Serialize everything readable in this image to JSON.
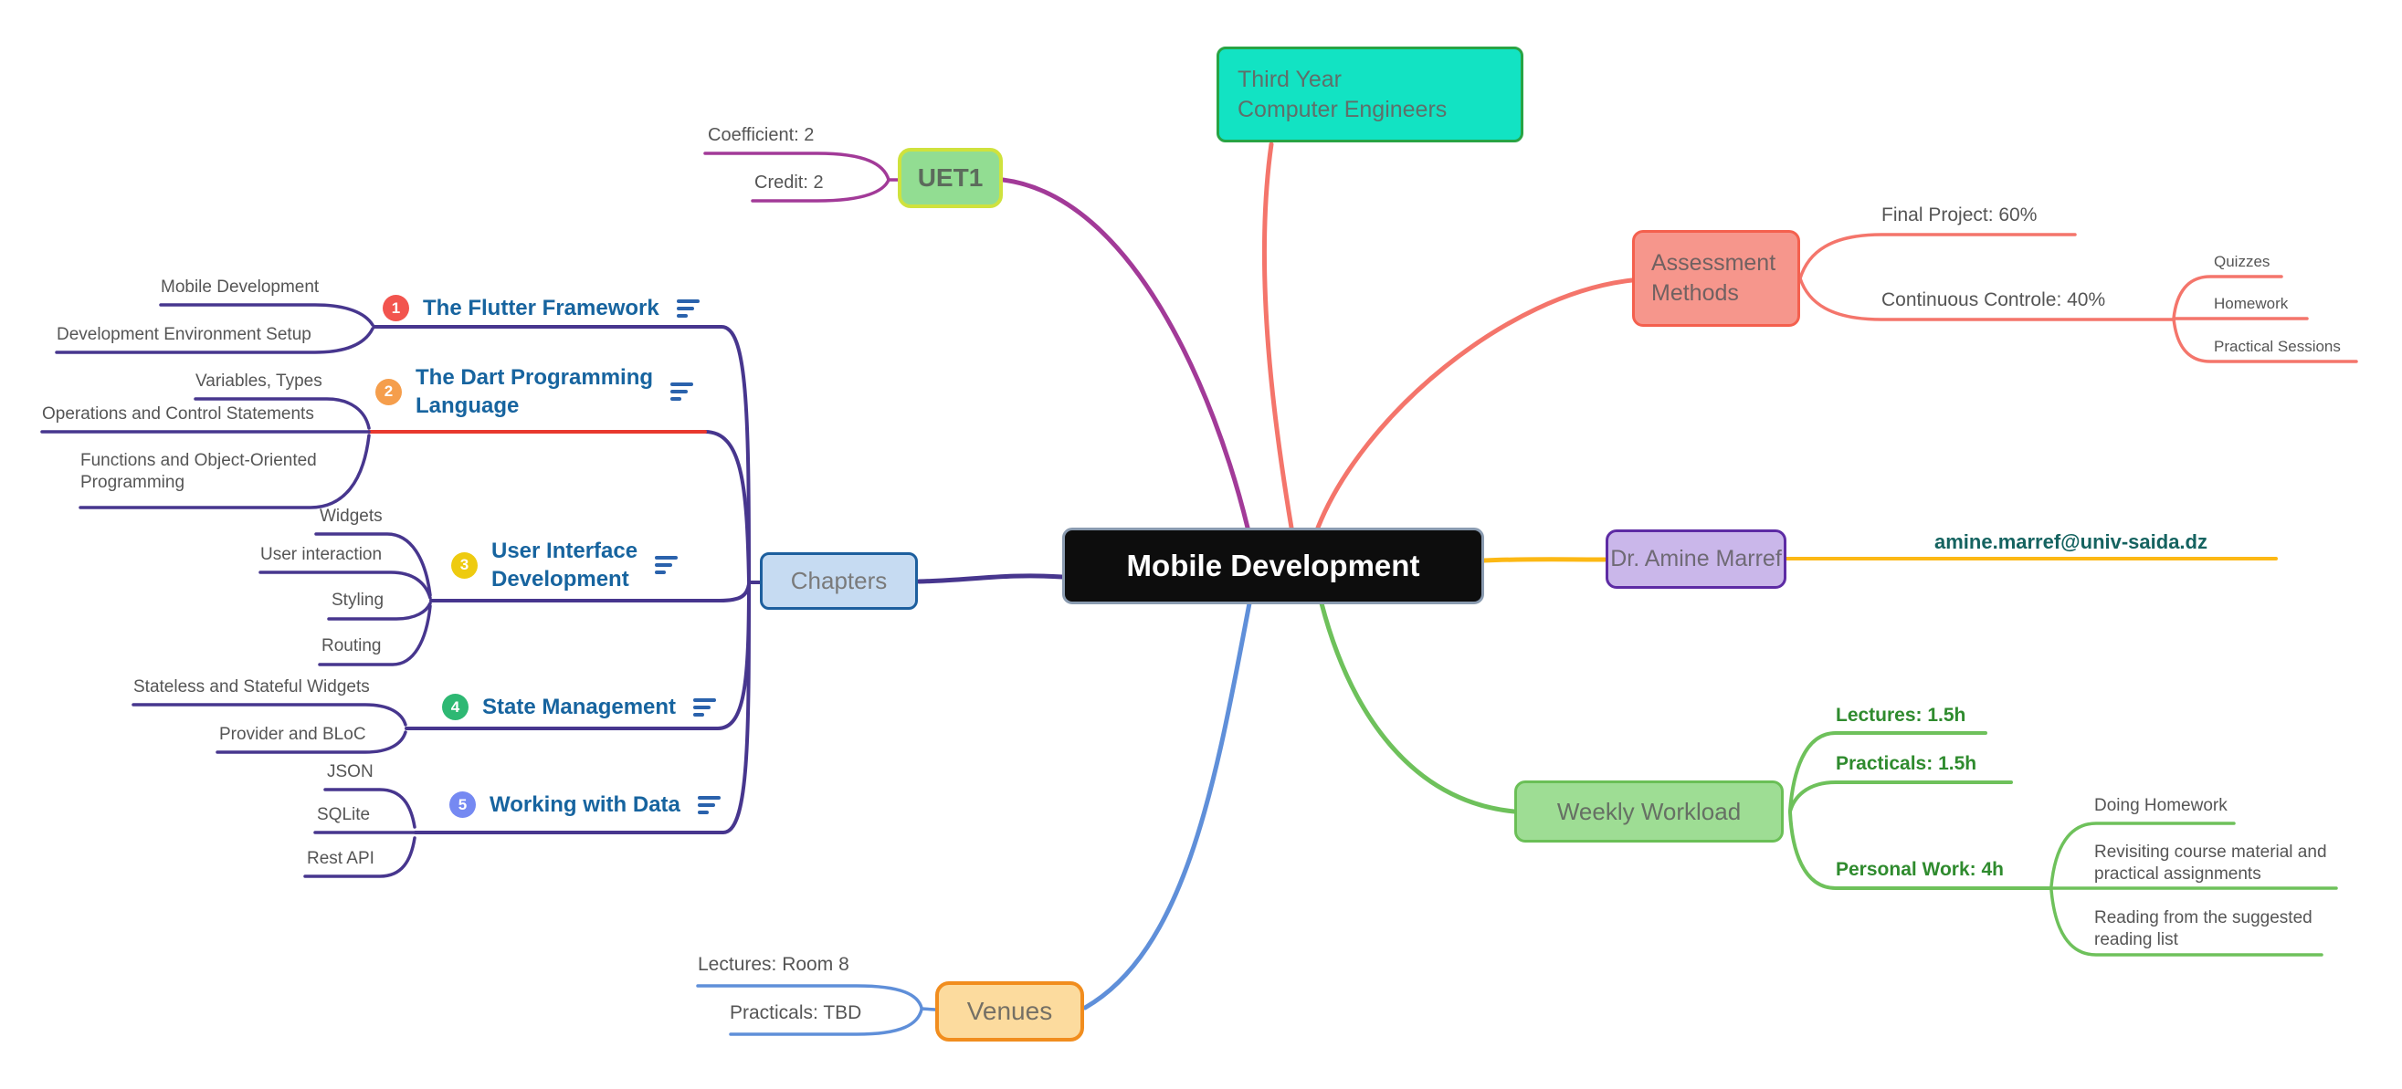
{
  "center": {
    "label": "Mobile Development"
  },
  "audience": {
    "label": "Third Year\nComputer Engineers"
  },
  "uet1": {
    "label": "UET1",
    "coefficient": "Coefficient: 2",
    "credit": "Credit: 2"
  },
  "assessment": {
    "label": "Assessment\nMethods",
    "final_project": "Final Project: 60%",
    "continuous": "Continuous Controle: 40%",
    "continuous_children": [
      "Quizzes",
      "Homework",
      "Practical Sessions"
    ]
  },
  "lecturer": {
    "label": "Dr. Amine Marref",
    "email": "amine.marref@univ-saida.dz"
  },
  "workload": {
    "label": "Weekly Workload",
    "lectures": "Lectures: 1.5h",
    "practicals": "Practicals: 1.5h",
    "personal": "Personal Work: 4h",
    "personal_children": [
      "Doing Homework",
      "Revisiting course material and\npractical assignments",
      "Reading from the suggested\nreading list"
    ]
  },
  "venues": {
    "label": "Venues",
    "lectures": "Lectures: Room 8",
    "practicals": "Practicals: TBD"
  },
  "chapters": {
    "label": "Chapters",
    "items": [
      {
        "num": "1",
        "title": "The Flutter Framework",
        "children": [
          "Mobile Development",
          "Development Environment Setup"
        ]
      },
      {
        "num": "2",
        "title": "The Dart Programming\nLanguage",
        "children": [
          "Variables, Types",
          "Operations and Control Statements",
          "Functions and Object-Oriented\nProgramming"
        ]
      },
      {
        "num": "3",
        "title": "User Interface\nDevelopment",
        "children": [
          "Widgets",
          "User interaction",
          "Styling",
          "Routing"
        ]
      },
      {
        "num": "4",
        "title": "State Management",
        "children": [
          "Stateless and Stateful Widgets",
          "Provider and BLoC"
        ]
      },
      {
        "num": "5",
        "title": "Working with Data",
        "children": [
          "JSON",
          "SQLite",
          "Rest API"
        ]
      }
    ]
  },
  "colors": {
    "magenta": "#a23a98",
    "salmon": "#f4756b",
    "yellow": "#fcb814",
    "green": "#6ec15b",
    "blue": "#5f8fd9",
    "indigo": "#47368e",
    "red_highlight": "#e8382e",
    "chapter_title_blue": "#17649f",
    "center_bg": "#0d0d0d",
    "teal_fill": "#12e3c3",
    "teal_border": "#28a444",
    "uet1_fill": "#92dd92",
    "uet1_border": "#cfe23d",
    "assessment_fill": "#f6968c",
    "assessment_border": "#f4604e",
    "lecturer_fill": "#cab7ea",
    "lecturer_border": "#5d2ba4",
    "workload_fill": "#9edd94",
    "workload_border": "#6abf56",
    "venues_fill": "#fcdb9e",
    "venues_border": "#f18d1e",
    "chapters_fill": "#c6dbf2",
    "chapters_border": "#1d5f9e"
  }
}
